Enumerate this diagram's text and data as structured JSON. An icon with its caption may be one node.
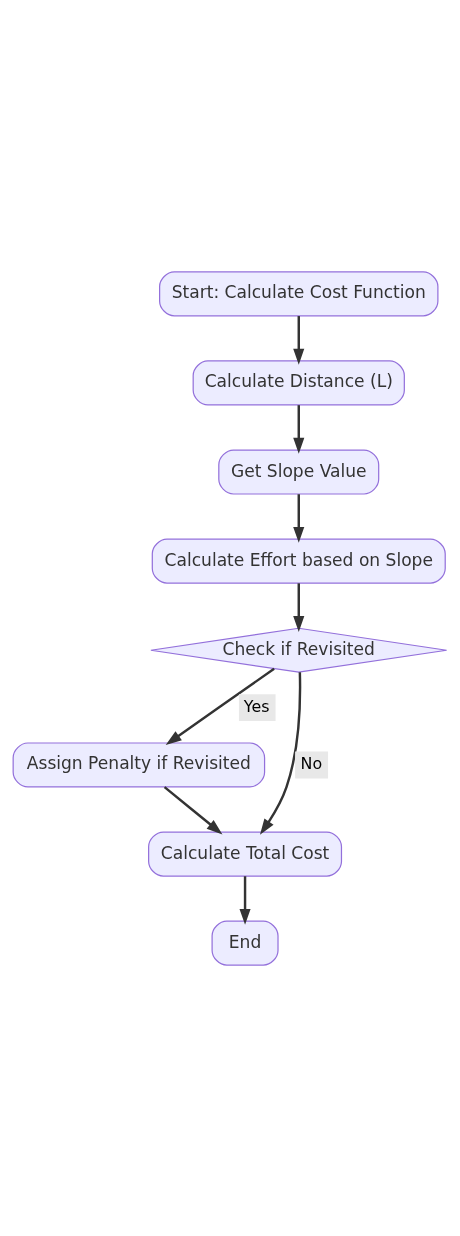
{
  "diagram": {
    "nodes": [
      {
        "text": [
          "Start: Calculate Cost Function"
        ]
      },
      {
        "text": [
          "Calculate Distance (L)"
        ]
      },
      {
        "text": [
          "Get Slope Value"
        ]
      },
      {
        "text": [
          "Calculate Effort based on Slope"
        ]
      },
      {
        "text": [
          "Check if Revisited"
        ]
      },
      {
        "text": [
          "Assign Penalty if Revisited"
        ]
      },
      {
        "text": [
          "Calculate Total Cost"
        ]
      },
      {
        "text": [
          "End"
        ]
      }
    ],
    "edges": [
      {
        "from": 0,
        "to": 1,
        "arrow": "to"
      },
      {
        "from": 1,
        "to": 2,
        "arrow": "to"
      },
      {
        "from": 2,
        "to": 3,
        "arrow": "to"
      },
      {
        "from": 3,
        "to": 4,
        "arrow": "to"
      },
      {
        "from": 4,
        "to": 5,
        "arrow": "to",
        "label": "Yes"
      },
      {
        "from": 4,
        "to": 6,
        "arrow": "to",
        "label": "No"
      },
      {
        "from": 5,
        "to": 6,
        "arrow": "to"
      },
      {
        "from": 6,
        "to": 7,
        "arrow": "to"
      }
    ]
  }
}
